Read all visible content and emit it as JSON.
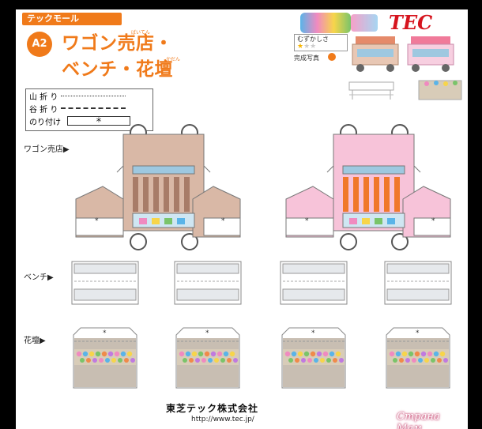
{
  "header": {
    "category_tab": "テックモール",
    "item_badge": "A2",
    "title_line1": "ワゴン売店・",
    "title_line2": "ベンチ・花壇",
    "ruby_baiten": "ばいてん",
    "ruby_kadan": "かだん"
  },
  "fold_legend": {
    "mountain_fold": "山 折 り",
    "valley_fold": "谷 折 り",
    "glue": "のり付け",
    "glue_mark": "＊"
  },
  "brand": {
    "logo_text": "TEC",
    "accent_color": "#f07a1a",
    "logo_color": "#d6141e"
  },
  "difficulty": {
    "label": "むずかしさ",
    "stars_filled": 1,
    "stars_total": 3
  },
  "photo_label": "完成写真",
  "sections": {
    "wagon": "ワゴン売店▶",
    "bench": "ベンチ▶",
    "flowerbed": "花壇▶"
  },
  "colors": {
    "wagon_brown": "#d9b8a6",
    "wagon_pink": "#f7c3d9",
    "stripe_brown": "#a87c68",
    "stripe_orange": "#f0782a",
    "bed_fill": "#c8beb2"
  },
  "footer": {
    "company": "東芝テック株式会社",
    "url": "http://www.tec.jp/"
  },
  "watermark": "Страна Мам"
}
